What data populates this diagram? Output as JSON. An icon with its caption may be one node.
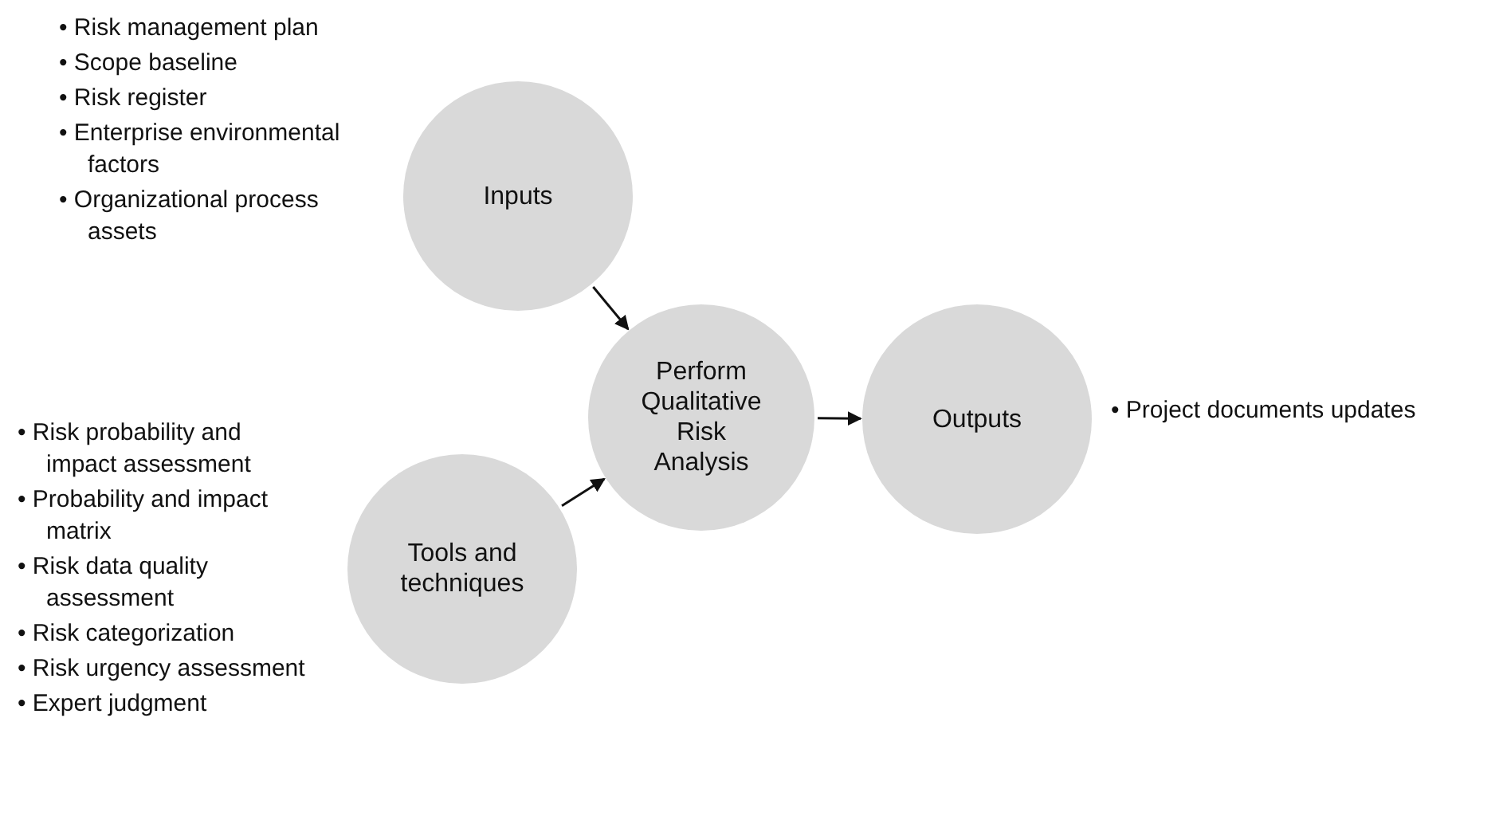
{
  "diagram": {
    "nodes": [
      {
        "text": [
          "Inputs"
        ],
        "beside": [
          "• Risk management plan",
          "• Scope baseline",
          "• Risk register",
          "• Enterprise environmental factors",
          "• Organizational process assets"
        ]
      },
      {
        "text": [
          "Perform Qualitative Risk Analysis"
        ]
      },
      {
        "text": [
          "Outputs"
        ],
        "beside": [
          "• Project documents updates"
        ]
      },
      {
        "text": [
          "Tools and techniques"
        ],
        "beside": [
          "• Risk probability and impact assessment",
          "• Probability and impact matrix",
          "• Risk data quality assessment",
          "• Risk categorization",
          "• Risk urgency assessment",
          "• Expert judgment"
        ]
      }
    ],
    "edges": [
      {
        "from": 0,
        "to": 1,
        "arrow": "to"
      },
      {
        "from": 3,
        "to": 1,
        "arrow": "to"
      },
      {
        "from": 1,
        "to": 2,
        "arrow": "to"
      }
    ]
  }
}
